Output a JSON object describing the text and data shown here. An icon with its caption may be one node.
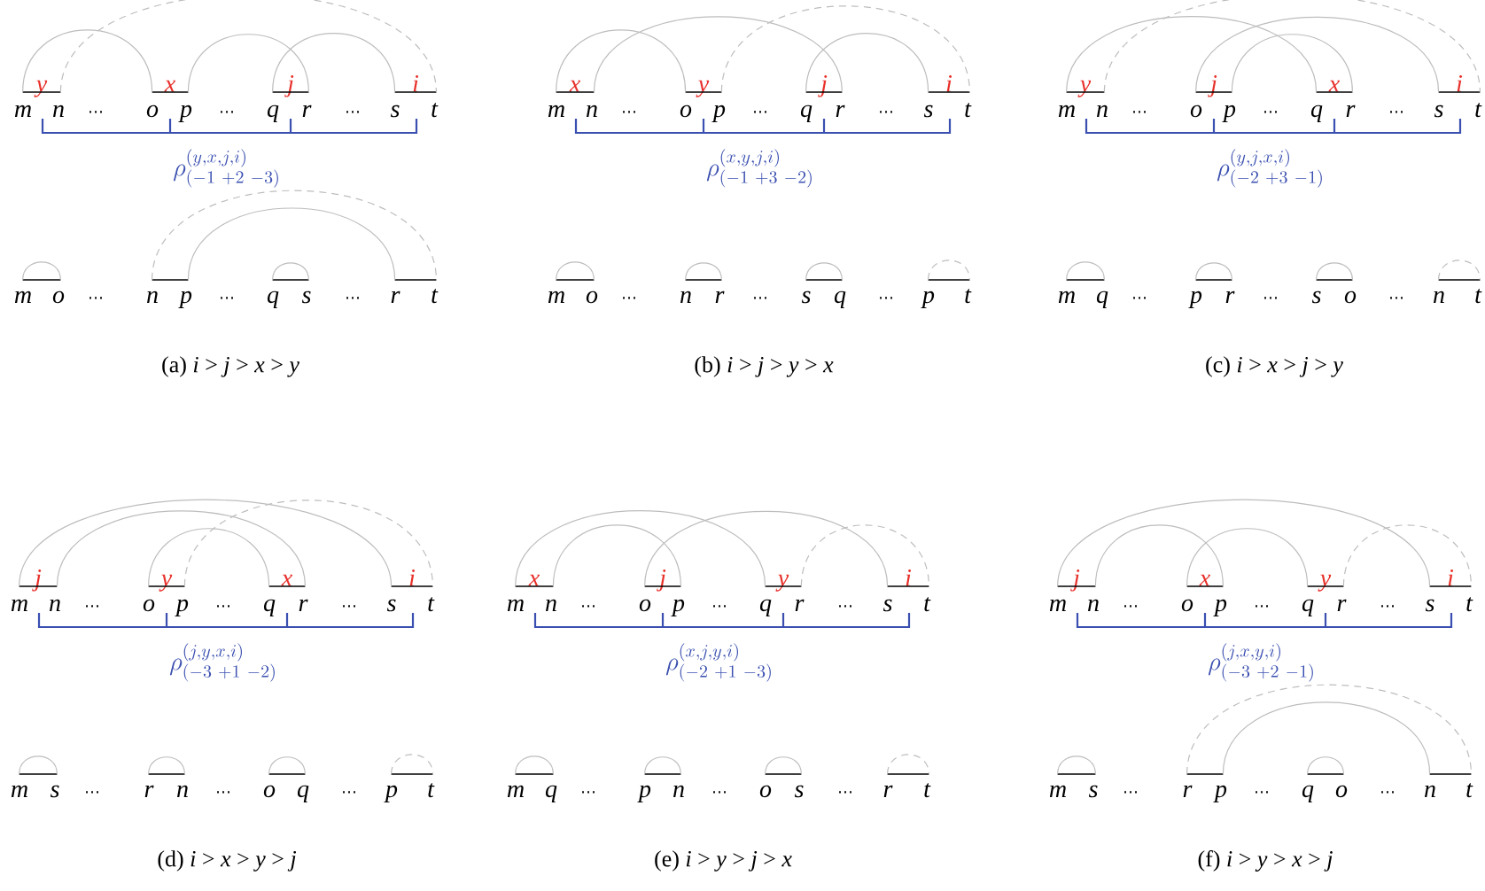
{
  "diagram": {
    "nodes": [
      {
        "text": [
          "y"
        ]
      },
      {
        "text": [
          "x"
        ]
      },
      {
        "text": [
          "j"
        ]
      },
      {
        "text": [
          "i"
        ]
      },
      {
        "text": [],
        "shape": "bar"
      },
      {
        "text": [],
        "shape": "bar"
      },
      {
        "text": [],
        "shape": "bar"
      },
      {
        "text": [],
        "shape": "bar"
      },
      {
        "text": [
          "x"
        ]
      },
      {
        "text": [
          "y"
        ]
      },
      {
        "text": [
          "j"
        ]
      },
      {
        "text": [
          "i"
        ]
      },
      {
        "text": [],
        "shape": "bar"
      },
      {
        "text": [],
        "shape": "bar"
      },
      {
        "text": [],
        "shape": "bar"
      },
      {
        "text": [],
        "shape": "bar"
      },
      {
        "text": [
          "y"
        ]
      },
      {
        "text": [
          "j"
        ]
      },
      {
        "text": [
          "x"
        ]
      },
      {
        "text": [
          "i"
        ]
      },
      {
        "text": [],
        "shape": "bar"
      },
      {
        "text": [],
        "shape": "bar"
      },
      {
        "text": [],
        "shape": "bar"
      },
      {
        "text": [],
        "shape": "bar"
      },
      {
        "text": [
          "j"
        ]
      },
      {
        "text": [
          "y"
        ]
      },
      {
        "text": [
          "x"
        ]
      },
      {
        "text": [
          "i"
        ]
      },
      {
        "text": [],
        "shape": "bar"
      },
      {
        "text": [],
        "shape": "bar"
      },
      {
        "text": [],
        "shape": "bar"
      },
      {
        "text": [],
        "shape": "bar"
      },
      {
        "text": [
          "x"
        ]
      },
      {
        "text": [
          "j"
        ]
      },
      {
        "text": [
          "y"
        ]
      },
      {
        "text": [
          "i"
        ]
      },
      {
        "text": [],
        "shape": "bar"
      },
      {
        "text": [],
        "shape": "bar"
      },
      {
        "text": [],
        "shape": "bar"
      },
      {
        "text": [],
        "shape": "bar"
      },
      {
        "text": [
          "j"
        ]
      },
      {
        "text": [
          "x"
        ]
      },
      {
        "text": [
          "y"
        ]
      },
      {
        "text": [
          "i"
        ]
      },
      {
        "text": [],
        "shape": "bar"
      },
      {
        "text": [],
        "shape": "bar"
      },
      {
        "text": [],
        "shape": "bar"
      },
      {
        "text": [],
        "shape": "bar"
      }
    ],
    "edges": [
      {
        "from": 0,
        "to": 1,
        "arrow": "none"
      },
      {
        "from": 1,
        "to": 2,
        "arrow": "none"
      },
      {
        "from": 2,
        "to": 3,
        "arrow": "none"
      },
      {
        "from": 0,
        "to": 3,
        "arrow": "none",
        "style": "dashed"
      },
      {
        "from": 4,
        "to": 4,
        "arrow": "none"
      },
      {
        "from": 6,
        "to": 6,
        "arrow": "none"
      },
      {
        "from": 5,
        "to": 7,
        "arrow": "none"
      },
      {
        "from": 5,
        "to": 7,
        "arrow": "none",
        "style": "dashed"
      },
      {
        "from": 8,
        "to": 9,
        "arrow": "none"
      },
      {
        "from": 8,
        "to": 10,
        "arrow": "none"
      },
      {
        "from": 10,
        "to": 11,
        "arrow": "none"
      },
      {
        "from": 9,
        "to": 11,
        "arrow": "none",
        "style": "dashed"
      },
      {
        "from": 12,
        "to": 12,
        "arrow": "none"
      },
      {
        "from": 13,
        "to": 13,
        "arrow": "none"
      },
      {
        "from": 14,
        "to": 14,
        "arrow": "none"
      },
      {
        "from": 15,
        "to": 15,
        "arrow": "none",
        "style": "dashed"
      },
      {
        "from": 16,
        "to": 18,
        "arrow": "none"
      },
      {
        "from": 17,
        "to": 19,
        "arrow": "none"
      },
      {
        "from": 17,
        "to": 18,
        "arrow": "none"
      },
      {
        "from": 16,
        "to": 19,
        "arrow": "none",
        "style": "dashed"
      },
      {
        "from": 20,
        "to": 20,
        "arrow": "none"
      },
      {
        "from": 21,
        "to": 21,
        "arrow": "none"
      },
      {
        "from": 22,
        "to": 22,
        "arrow": "none"
      },
      {
        "from": 23,
        "to": 23,
        "arrow": "none",
        "style": "dashed"
      },
      {
        "from": 24,
        "to": 27,
        "arrow": "none"
      },
      {
        "from": 24,
        "to": 26,
        "arrow": "none"
      },
      {
        "from": 25,
        "to": 26,
        "arrow": "none"
      },
      {
        "from": 25,
        "to": 27,
        "arrow": "none",
        "style": "dashed"
      },
      {
        "from": 28,
        "to": 28,
        "arrow": "none"
      },
      {
        "from": 29,
        "to": 29,
        "arrow": "none"
      },
      {
        "from": 30,
        "to": 30,
        "arrow": "none"
      },
      {
        "from": 31,
        "to": 31,
        "arrow": "none",
        "style": "dashed"
      },
      {
        "from": 32,
        "to": 34,
        "arrow": "none"
      },
      {
        "from": 32,
        "to": 33,
        "arrow": "none"
      },
      {
        "from": 33,
        "to": 35,
        "arrow": "none"
      },
      {
        "from": 34,
        "to": 35,
        "arrow": "none",
        "style": "dashed"
      },
      {
        "from": 36,
        "to": 36,
        "arrow": "none"
      },
      {
        "from": 37,
        "to": 37,
        "arrow": "none"
      },
      {
        "from": 38,
        "to": 38,
        "arrow": "none"
      },
      {
        "from": 39,
        "to": 39,
        "arrow": "none",
        "style": "dashed"
      },
      {
        "from": 40,
        "to": 43,
        "arrow": "none"
      },
      {
        "from": 40,
        "to": 41,
        "arrow": "none"
      },
      {
        "from": 41,
        "to": 42,
        "arrow": "none"
      },
      {
        "from": 42,
        "to": 43,
        "arrow": "none",
        "style": "dashed"
      },
      {
        "from": 44,
        "to": 44,
        "arrow": "none"
      },
      {
        "from": 46,
        "to": 46,
        "arrow": "none"
      },
      {
        "from": 45,
        "to": 47,
        "arrow": "none"
      },
      {
        "from": 45,
        "to": 47,
        "arrow": "none",
        "style": "dashed"
      }
    ],
    "labels": [
      "m",
      "n",
      "⋯",
      "o",
      "p",
      "⋯",
      "q",
      "r",
      "⋯",
      "s",
      "t",
      "\\rho^{(y,x,j,i)}_{(-1\\ +2\\ -3)}",
      "m",
      "o",
      "⋯",
      "n",
      "p",
      "⋯",
      "q",
      "s",
      "⋯",
      "r",
      "t",
      "(a) *i* > *j* > *x* > *y*",
      "m",
      "n",
      "⋯",
      "o",
      "p",
      "⋯",
      "q",
      "r",
      "⋯",
      "s",
      "t",
      "\\rho^{(x,y,j,i)}_{(-1\\ +3\\ -2)}",
      "m",
      "o",
      "⋯",
      "n",
      "r",
      "⋯",
      "s",
      "q",
      "⋯",
      "p",
      "t",
      "(b) *i* > *j* > *y* > *x*",
      "m",
      "n",
      "⋯",
      "o",
      "p",
      "⋯",
      "q",
      "r",
      "⋯",
      "s",
      "t",
      "\\rho^{(y,j,x,i)}_{(-2\\ +3\\ -1)}",
      "m",
      "q",
      "⋯",
      "p",
      "r",
      "⋯",
      "s",
      "o",
      "⋯",
      "n",
      "t",
      "(c) *i* > *x* > *j* > *y*",
      "m",
      "n",
      "⋯",
      "o",
      "p",
      "⋯",
      "q",
      "r",
      "⋯",
      "s",
      "t",
      "\\rho^{(j,y,x,i)}_{(-3\\ +1\\ -2)}",
      "m",
      "s",
      "⋯",
      "r",
      "n",
      "⋯",
      "o",
      "q",
      "⋯",
      "p",
      "t",
      "(d) *i* > *x* > *y* > *j*",
      "m",
      "n",
      "⋯",
      "o",
      "p",
      "⋯",
      "q",
      "r",
      "⋯",
      "s",
      "t",
      "\\rho^{(x,j,y,i)}_{(-2\\ +1\\ -3)}",
      "m",
      "q",
      "⋯",
      "p",
      "n",
      "⋯",
      "o",
      "s",
      "⋯",
      "r",
      "t",
      "(e) *i* > *y* > *j* > *x*",
      "m",
      "n",
      "⋯",
      "o",
      "p",
      "⋯",
      "q",
      "r",
      "⋯",
      "s",
      "t",
      "\\rho^{(j,x,y,i)}_{(-3\\ +2\\ -1)}",
      "m",
      "s",
      "⋯",
      "r",
      "p",
      "⋯",
      "q",
      "o",
      "⋯",
      "n",
      "t",
      "(f) *i* > *y* > *x* > *j*"
    ]
  }
}
